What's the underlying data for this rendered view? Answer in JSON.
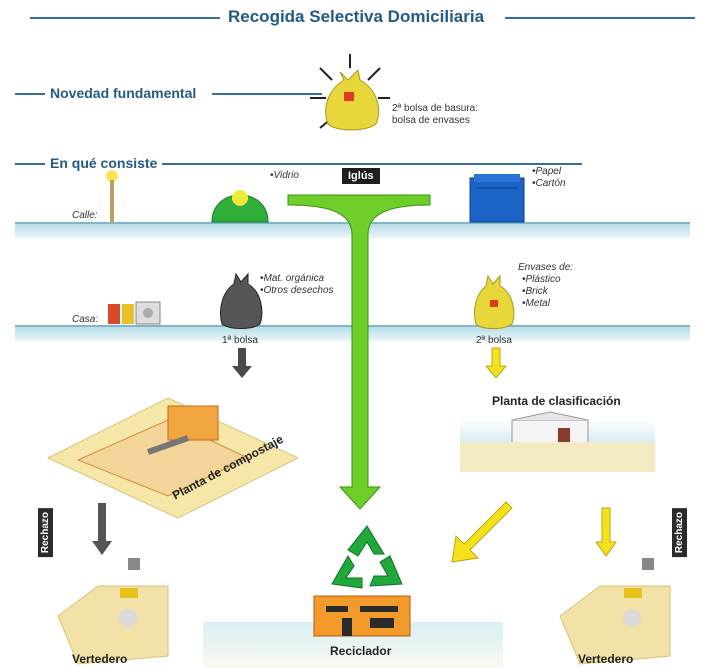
{
  "title": "Recogida Selectiva Domiciliaria",
  "novedad": {
    "heading": "Novedad fundamental",
    "caption_1": "2ª bolsa de basura:",
    "caption_2": "bolsa de envases"
  },
  "consiste": {
    "heading": "En qué consiste"
  },
  "calle": {
    "label": "Calle:",
    "iglus_tag": "Iglús",
    "vidrio": "•Vidrio",
    "papel": "•Papel",
    "carton": "•Cartón"
  },
  "casa": {
    "label": "Casa:",
    "organic_1": "•Mat. orgánica",
    "organic_2": "•Otros desechos",
    "bolsa1": "1ª bolsa",
    "envases_head": "Envases de:",
    "plastico": "•Plástico",
    "brick": "•Brick",
    "metal": "•Metal",
    "bolsa2": "2ª bolsa"
  },
  "plants": {
    "compost": "Planta de compostaje",
    "clasificacion": "Planta de clasificación"
  },
  "bottom": {
    "rechazo_left": "Rechazo",
    "rechazo_right": "Rechazo",
    "vertedero_left": "Vertedero",
    "reciclador": "Reciclador",
    "vertedero_right": "Vertedero"
  },
  "colors": {
    "accent": "#235a86",
    "green_arrow": "#6fcf2a",
    "yellow_arrow": "#f5e21a",
    "recycle_green": "#21a83a",
    "bag_yellow": "#e8d73a",
    "bag_black": "#555555"
  }
}
